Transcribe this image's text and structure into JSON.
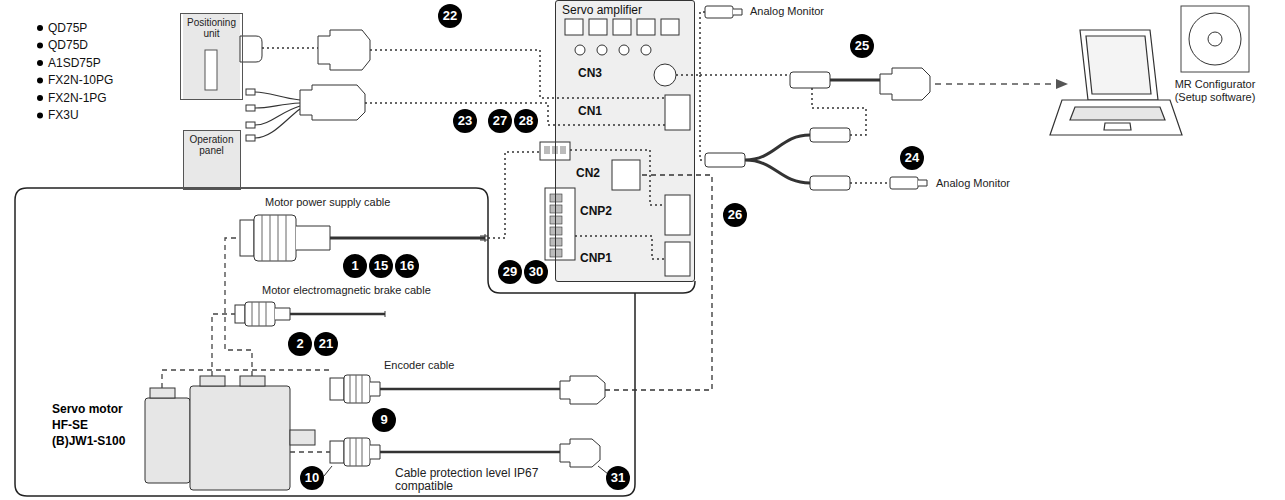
{
  "diagram": {
    "nodes": [
      {
        "text": [
          "Positioning unit"
        ]
      },
      {
        "text": [
          "Operation panel"
        ]
      },
      {
        "text": [
          "Servo amplifier"
        ]
      },
      {
        "text": [
          "MR Configurator (Setup software)"
        ]
      }
    ],
    "labels": [
      "QD75P",
      "QD75D",
      "A1SD75P",
      "FX2N-10PG",
      "FX2N-1PG",
      "FX3U",
      "22",
      "Analog Monitor",
      "25",
      "CN3",
      "CN1",
      "23",
      "27",
      "28",
      "CN2",
      "CNP2",
      "CNP1",
      "26",
      "24",
      "Analog Monitor",
      "Motor power supply cable",
      "1",
      "15",
      "16",
      "Motor electromagnetic brake cable",
      "2",
      "21",
      "Encoder cable",
      "9",
      "10",
      "31",
      "29",
      "30",
      "Servo motor",
      "HF-SE",
      "(B)JW1-S100",
      "Cable protection level IP67 compatible"
    ]
  }
}
